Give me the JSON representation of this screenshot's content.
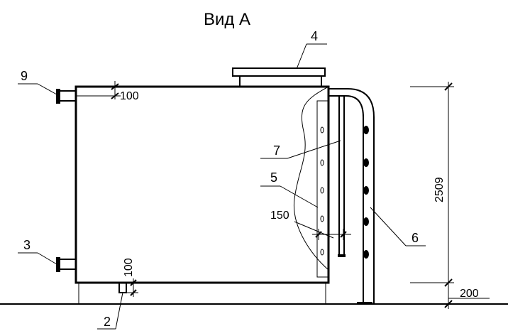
{
  "title": "Вид А",
  "callouts": {
    "c2": "2",
    "c3": "3",
    "c4": "4",
    "c5": "5",
    "c6": "6",
    "c7": "7",
    "c9": "9"
  },
  "dimensions": {
    "d_top_100": "100",
    "d_bottom_100": "100",
    "d_150": "150",
    "d_2509": "2509",
    "d_200": "200"
  }
}
